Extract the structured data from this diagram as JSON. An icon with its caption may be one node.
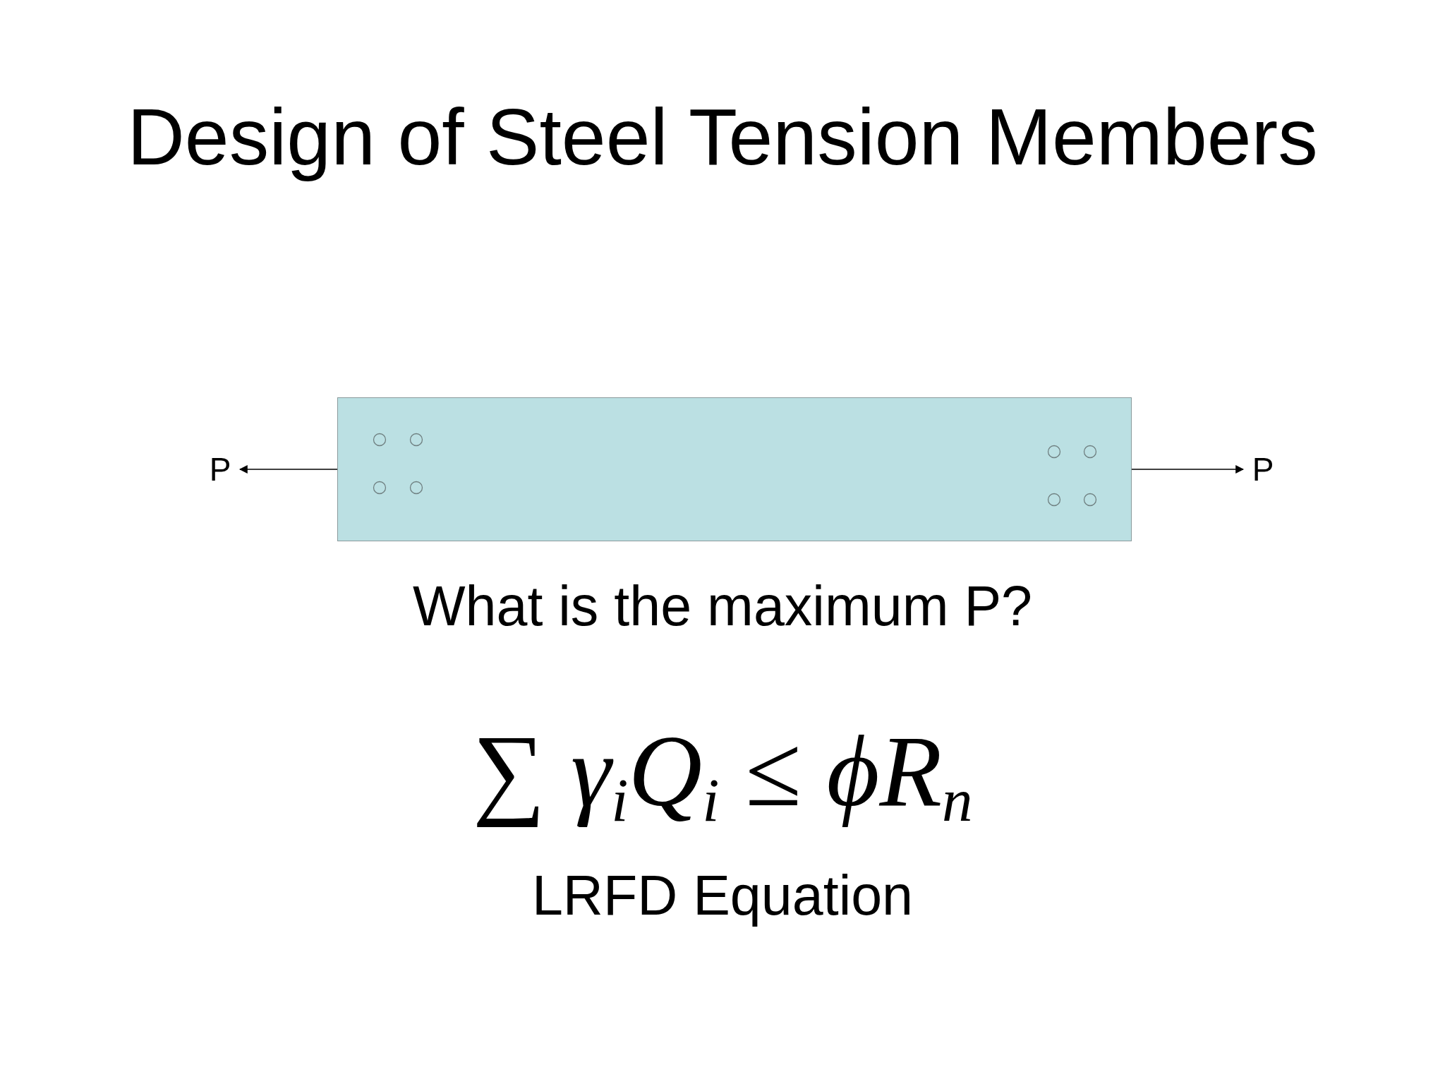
{
  "diagram": {
    "title": "Design of Steel Tension Members",
    "nodes": [
      {
        "text": [],
        "shape": "box"
      },
      {
        "text": [
          "P"
        ]
      },
      {
        "text": [
          "P"
        ]
      }
    ],
    "edges": [
      {
        "from": 0,
        "to": 1,
        "arrow": "to"
      },
      {
        "from": 0,
        "to": 2,
        "arrow": "to"
      }
    ],
    "labels": [
      "What is the maximum P?",
      "∑ γ$_{i}$Q$_{i}$ ≤ ϕR$_{n}$",
      "LRFD Equation"
    ]
  }
}
